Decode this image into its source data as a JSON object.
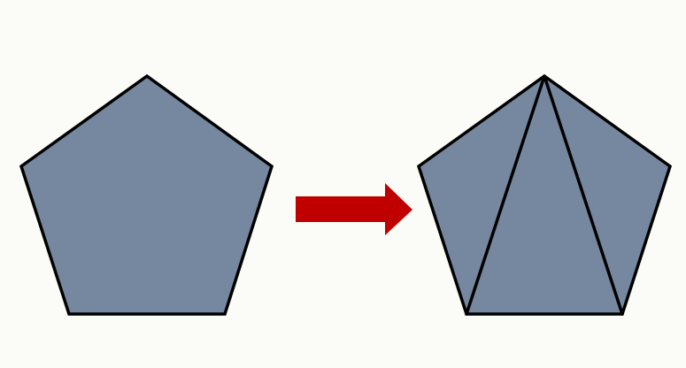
{
  "diagram": {
    "shape": "pentagon",
    "shape_count": 2,
    "left_shape": {
      "name": "regular-pentagon",
      "vertices": 5,
      "diagonals": 0
    },
    "right_shape": {
      "name": "triangulated-pentagon",
      "vertices": 5,
      "diagonals_from_top_vertex": 2,
      "triangles": 3
    },
    "connector": {
      "type": "arrow",
      "direction": "right"
    }
  },
  "colors": {
    "background": "#fbfbf7",
    "pentagon_fill": "#75889f",
    "outline": "#000000",
    "arrow": "#c00000"
  }
}
